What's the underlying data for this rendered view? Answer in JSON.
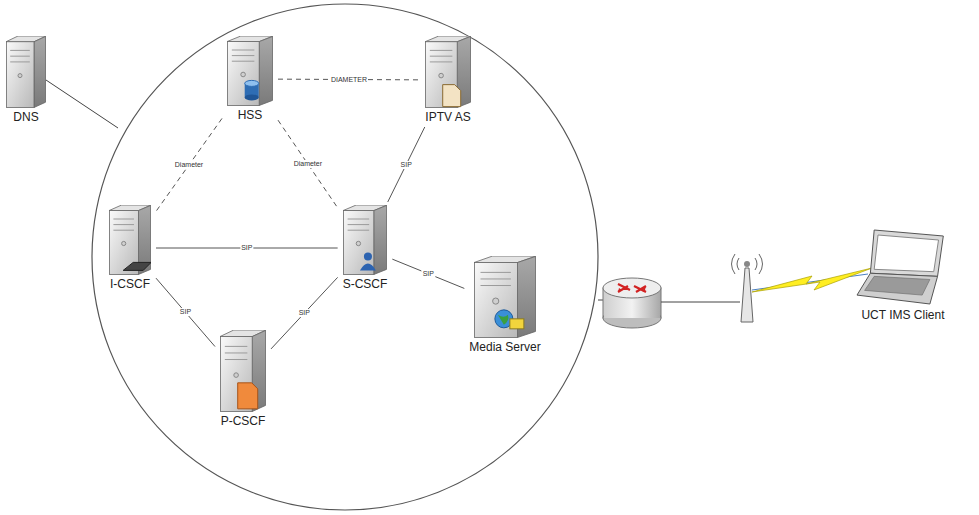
{
  "diagram": {
    "nodes": [
      {
        "text": [
          "DNS"
        ]
      },
      {
        "text": [
          "HSS"
        ]
      },
      {
        "text": [
          "IPTV AS"
        ]
      },
      {
        "text": [
          "I-CSCF"
        ]
      },
      {
        "text": [
          "S-CSCF"
        ]
      },
      {
        "text": [
          "Media Server"
        ]
      },
      {
        "text": [
          "P-CSCF"
        ]
      },
      {
        "text": [
          "UCT IMS Client"
        ]
      }
    ],
    "edges": [
      {
        "from": 1,
        "to": 2,
        "label": "DIAMETER",
        "arrow": "none"
      },
      {
        "from": 1,
        "to": 3,
        "label": "Diameter",
        "arrow": "none"
      },
      {
        "from": 1,
        "to": 4,
        "label": "Diameter",
        "arrow": "none"
      },
      {
        "from": 3,
        "to": 4,
        "label": "SIP",
        "arrow": "none"
      },
      {
        "from": 4,
        "to": 2,
        "label": "SIP",
        "arrow": "none"
      },
      {
        "from": 4,
        "to": 5,
        "label": "SIP",
        "arrow": "none"
      },
      {
        "from": 3,
        "to": 6,
        "label": "SIP",
        "arrow": "none"
      },
      {
        "from": 6,
        "to": 4,
        "label": "SIP",
        "arrow": "none"
      }
    ]
  }
}
